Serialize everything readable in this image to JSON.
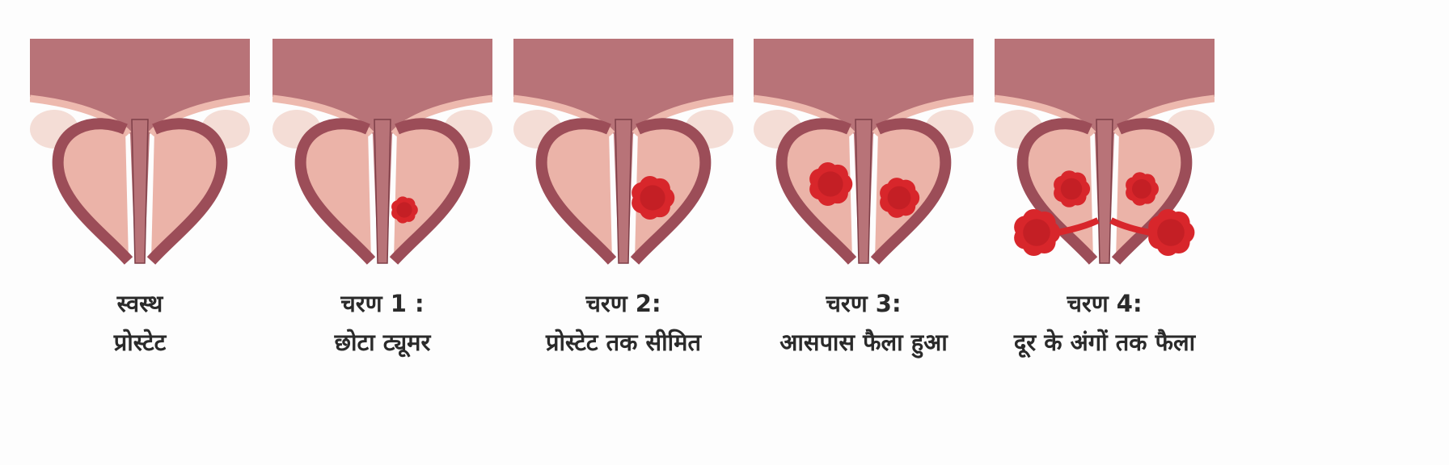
{
  "colors": {
    "bladder": "#b87378",
    "lobe": "#ebb3a8",
    "capsule": "#9c4d58",
    "tumor": "#d8262b",
    "vesicle": "#f4ddd6"
  },
  "stages": [
    {
      "line1": "स्वस्थ",
      "line2": "प्रोस्टेट",
      "tumors": 0
    },
    {
      "line1": "चरण 1 :",
      "line2": "छोटा ट्यूमर",
      "tumors": 1
    },
    {
      "line1": "चरण 2:",
      "line2": "प्रोस्टेट तक सीमित",
      "tumors": 1
    },
    {
      "line1": "चरण 3:",
      "line2": "आसपास फैला हुआ",
      "tumors": 2
    },
    {
      "line1": "चरण 4:",
      "line2": "दूर के अंगों तक फैला",
      "tumors": 4
    }
  ]
}
